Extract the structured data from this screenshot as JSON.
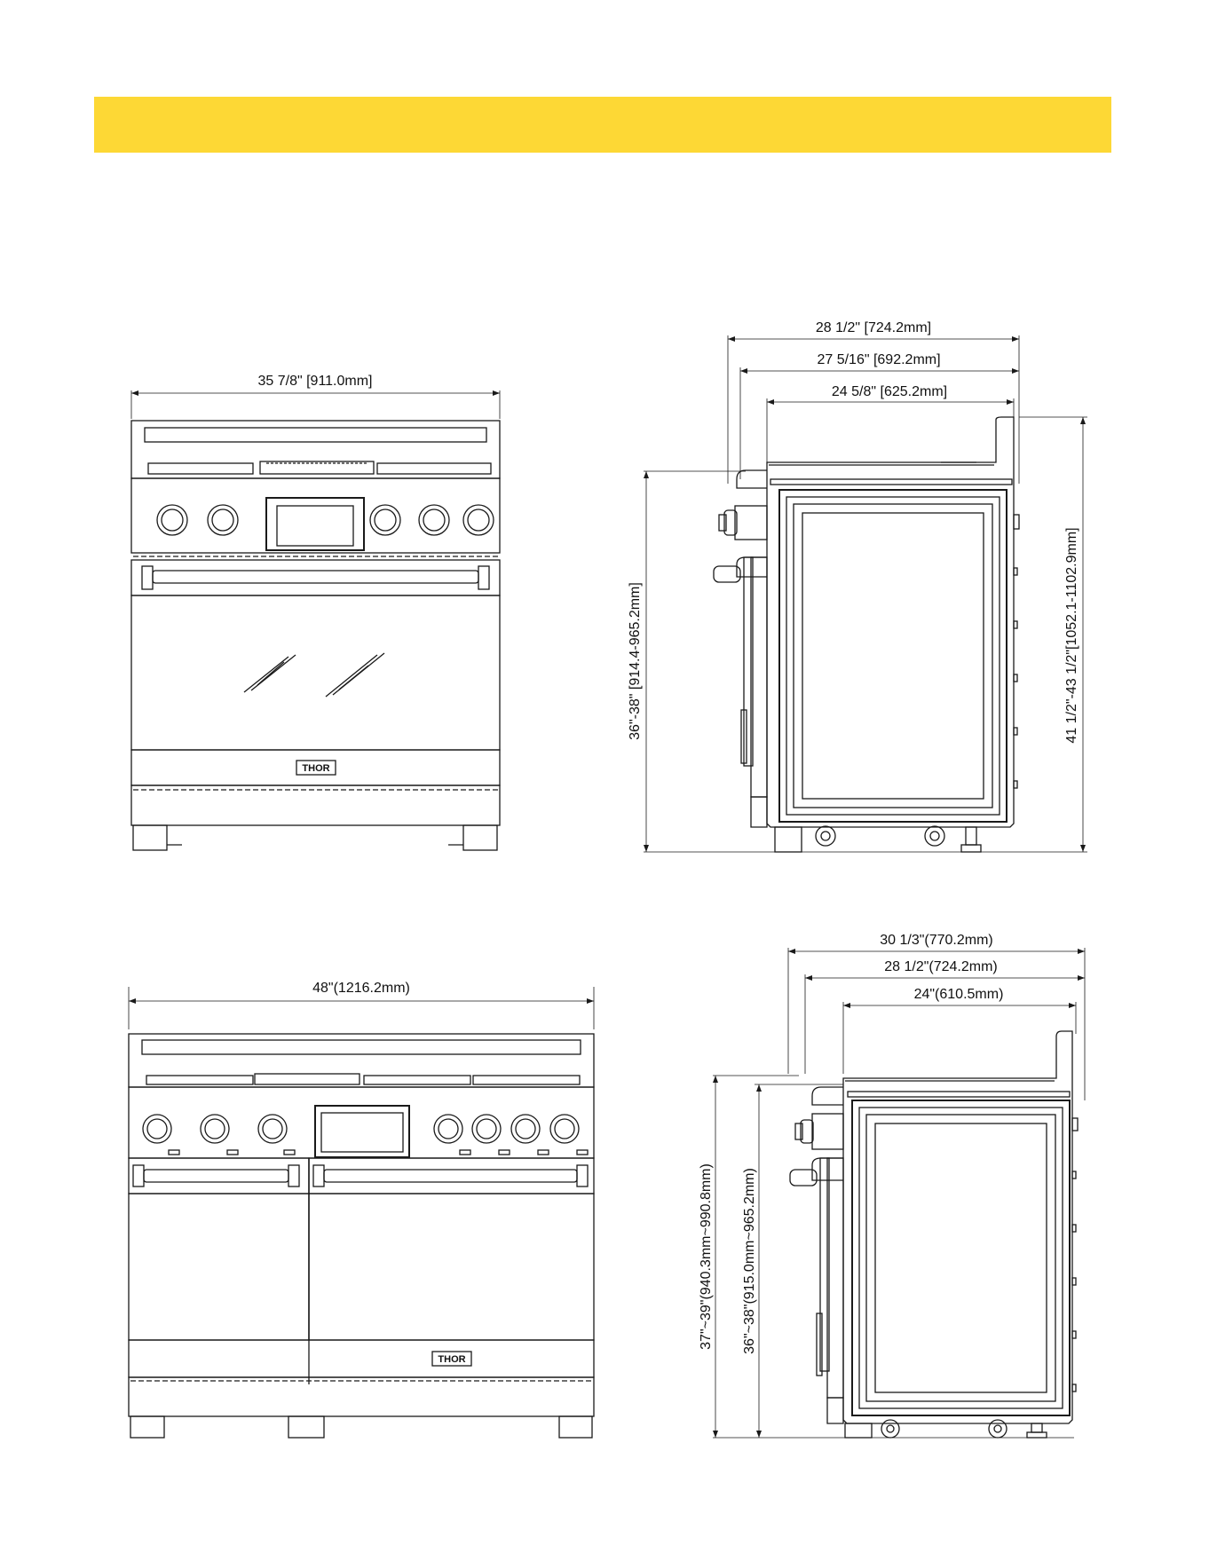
{
  "colors": {
    "banner": "#FDD835",
    "line": "#1a1a1a"
  },
  "views": {
    "front_36": {
      "width_label": "35 7/8\" [911.0mm]",
      "logo": "THOR"
    },
    "side_36": {
      "depth_overall": "28 1/2\" [724.2mm]",
      "depth_mid": "27 5/16\" [692.2mm]",
      "depth_body": "24 5/8\" [625.2mm]",
      "height_cooktop": "36\"-38\" [914.4-965.2mm]",
      "height_backguard": "41 1/2\"-43 1/2\"[1052.1-1102.9mm]"
    },
    "front_48": {
      "width_label": "48\"(1216.2mm)",
      "logo": "THOR"
    },
    "side_48": {
      "depth_overall": "30 1/3\"(770.2mm)",
      "depth_mid": "28 1/2\"(724.2mm)",
      "depth_body": "24\"(610.5mm)",
      "height_backguard": "37\"~39\"(940.3mm~990.8mm)",
      "height_cooktop": "36\"~38\"(915.0mm~965.2mm)"
    }
  }
}
